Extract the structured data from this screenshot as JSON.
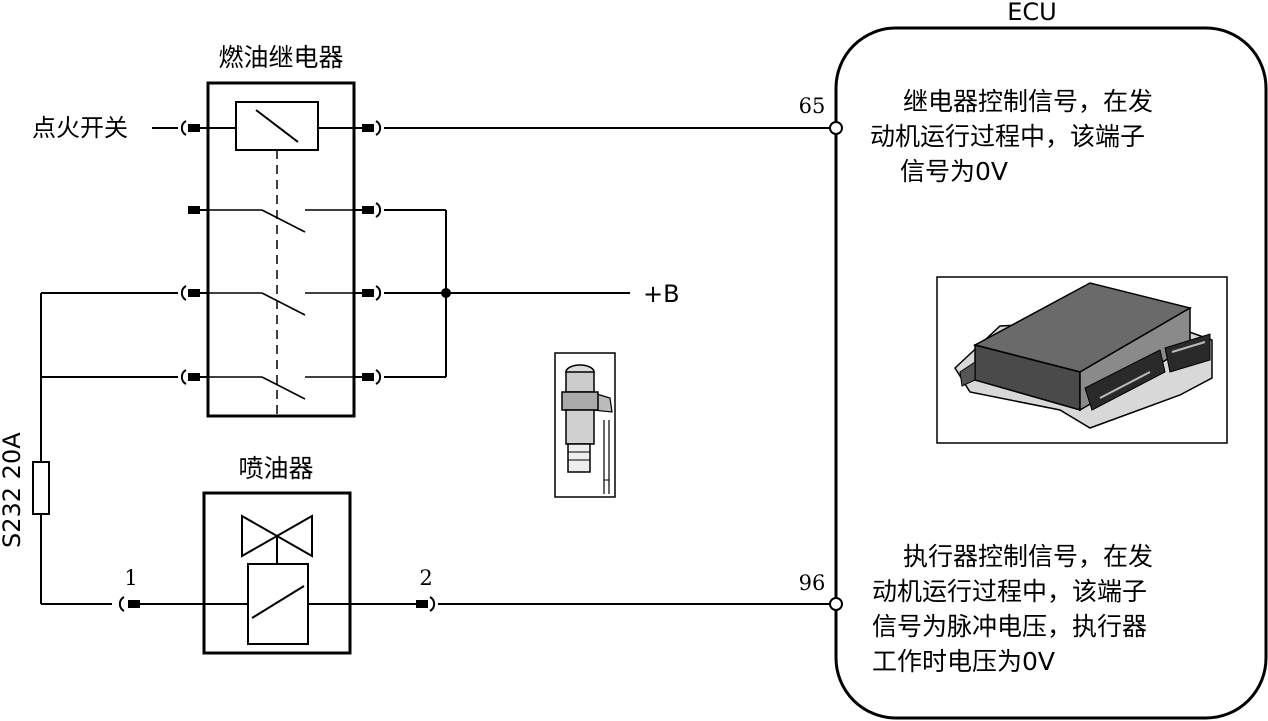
{
  "ecu": {
    "title": "ECU",
    "pin_relay": "65",
    "pin_injector": "96",
    "note_relay": [
      "继电器控制信号，在发",
      "动机运行过程中，该端子",
      "信号为0V"
    ],
    "note_injector": [
      "执行器控制信号，在发",
      "动机运行过程中，该端子",
      "信号为脉冲电压，执行器",
      "工作时电压为0V"
    ]
  },
  "relay": {
    "title": "燃油继电器"
  },
  "ignition_switch": {
    "label": "点火开关"
  },
  "battery": {
    "label": "+B"
  },
  "fuse": {
    "label": "S232 20A"
  },
  "injector": {
    "title": "喷油器",
    "pin1": "1",
    "pin2": "2"
  }
}
